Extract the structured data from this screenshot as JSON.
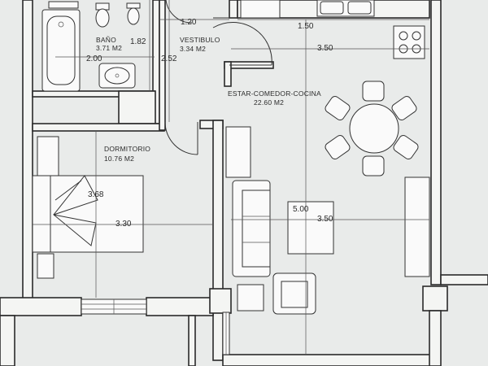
{
  "plan": {
    "rooms": [
      {
        "id": "bano",
        "name": "BAÑO",
        "area": "3.71 M2"
      },
      {
        "id": "vestibulo",
        "name": "VESTIBULO",
        "area": "3.34 M2"
      },
      {
        "id": "estar",
        "name": "ESTAR-COMEDOR-COCINA",
        "area": "22.60 M2"
      },
      {
        "id": "dormitorio",
        "name": "DORMITORIO",
        "area": "10.76 M2"
      }
    ],
    "dimensions": [
      {
        "id": "bano-width",
        "value": "2.00"
      },
      {
        "id": "bano-depth",
        "value": "1.82"
      },
      {
        "id": "vestibulo-depth",
        "value": "2.52"
      },
      {
        "id": "vestibulo-width",
        "value": "1.20"
      },
      {
        "id": "kitchen-top",
        "value": "1.50"
      },
      {
        "id": "kitchen-width",
        "value": "3.50"
      },
      {
        "id": "living-width",
        "value": "3.50"
      },
      {
        "id": "living-depth",
        "value": "5.00"
      },
      {
        "id": "bedroom-width",
        "value": "3.30"
      },
      {
        "id": "bedroom-depth",
        "value": "3.68"
      }
    ],
    "colors": {
      "paper": "#e9ebea",
      "line": "#2a2a2a",
      "wall_fill": "#f4f5f3"
    }
  }
}
